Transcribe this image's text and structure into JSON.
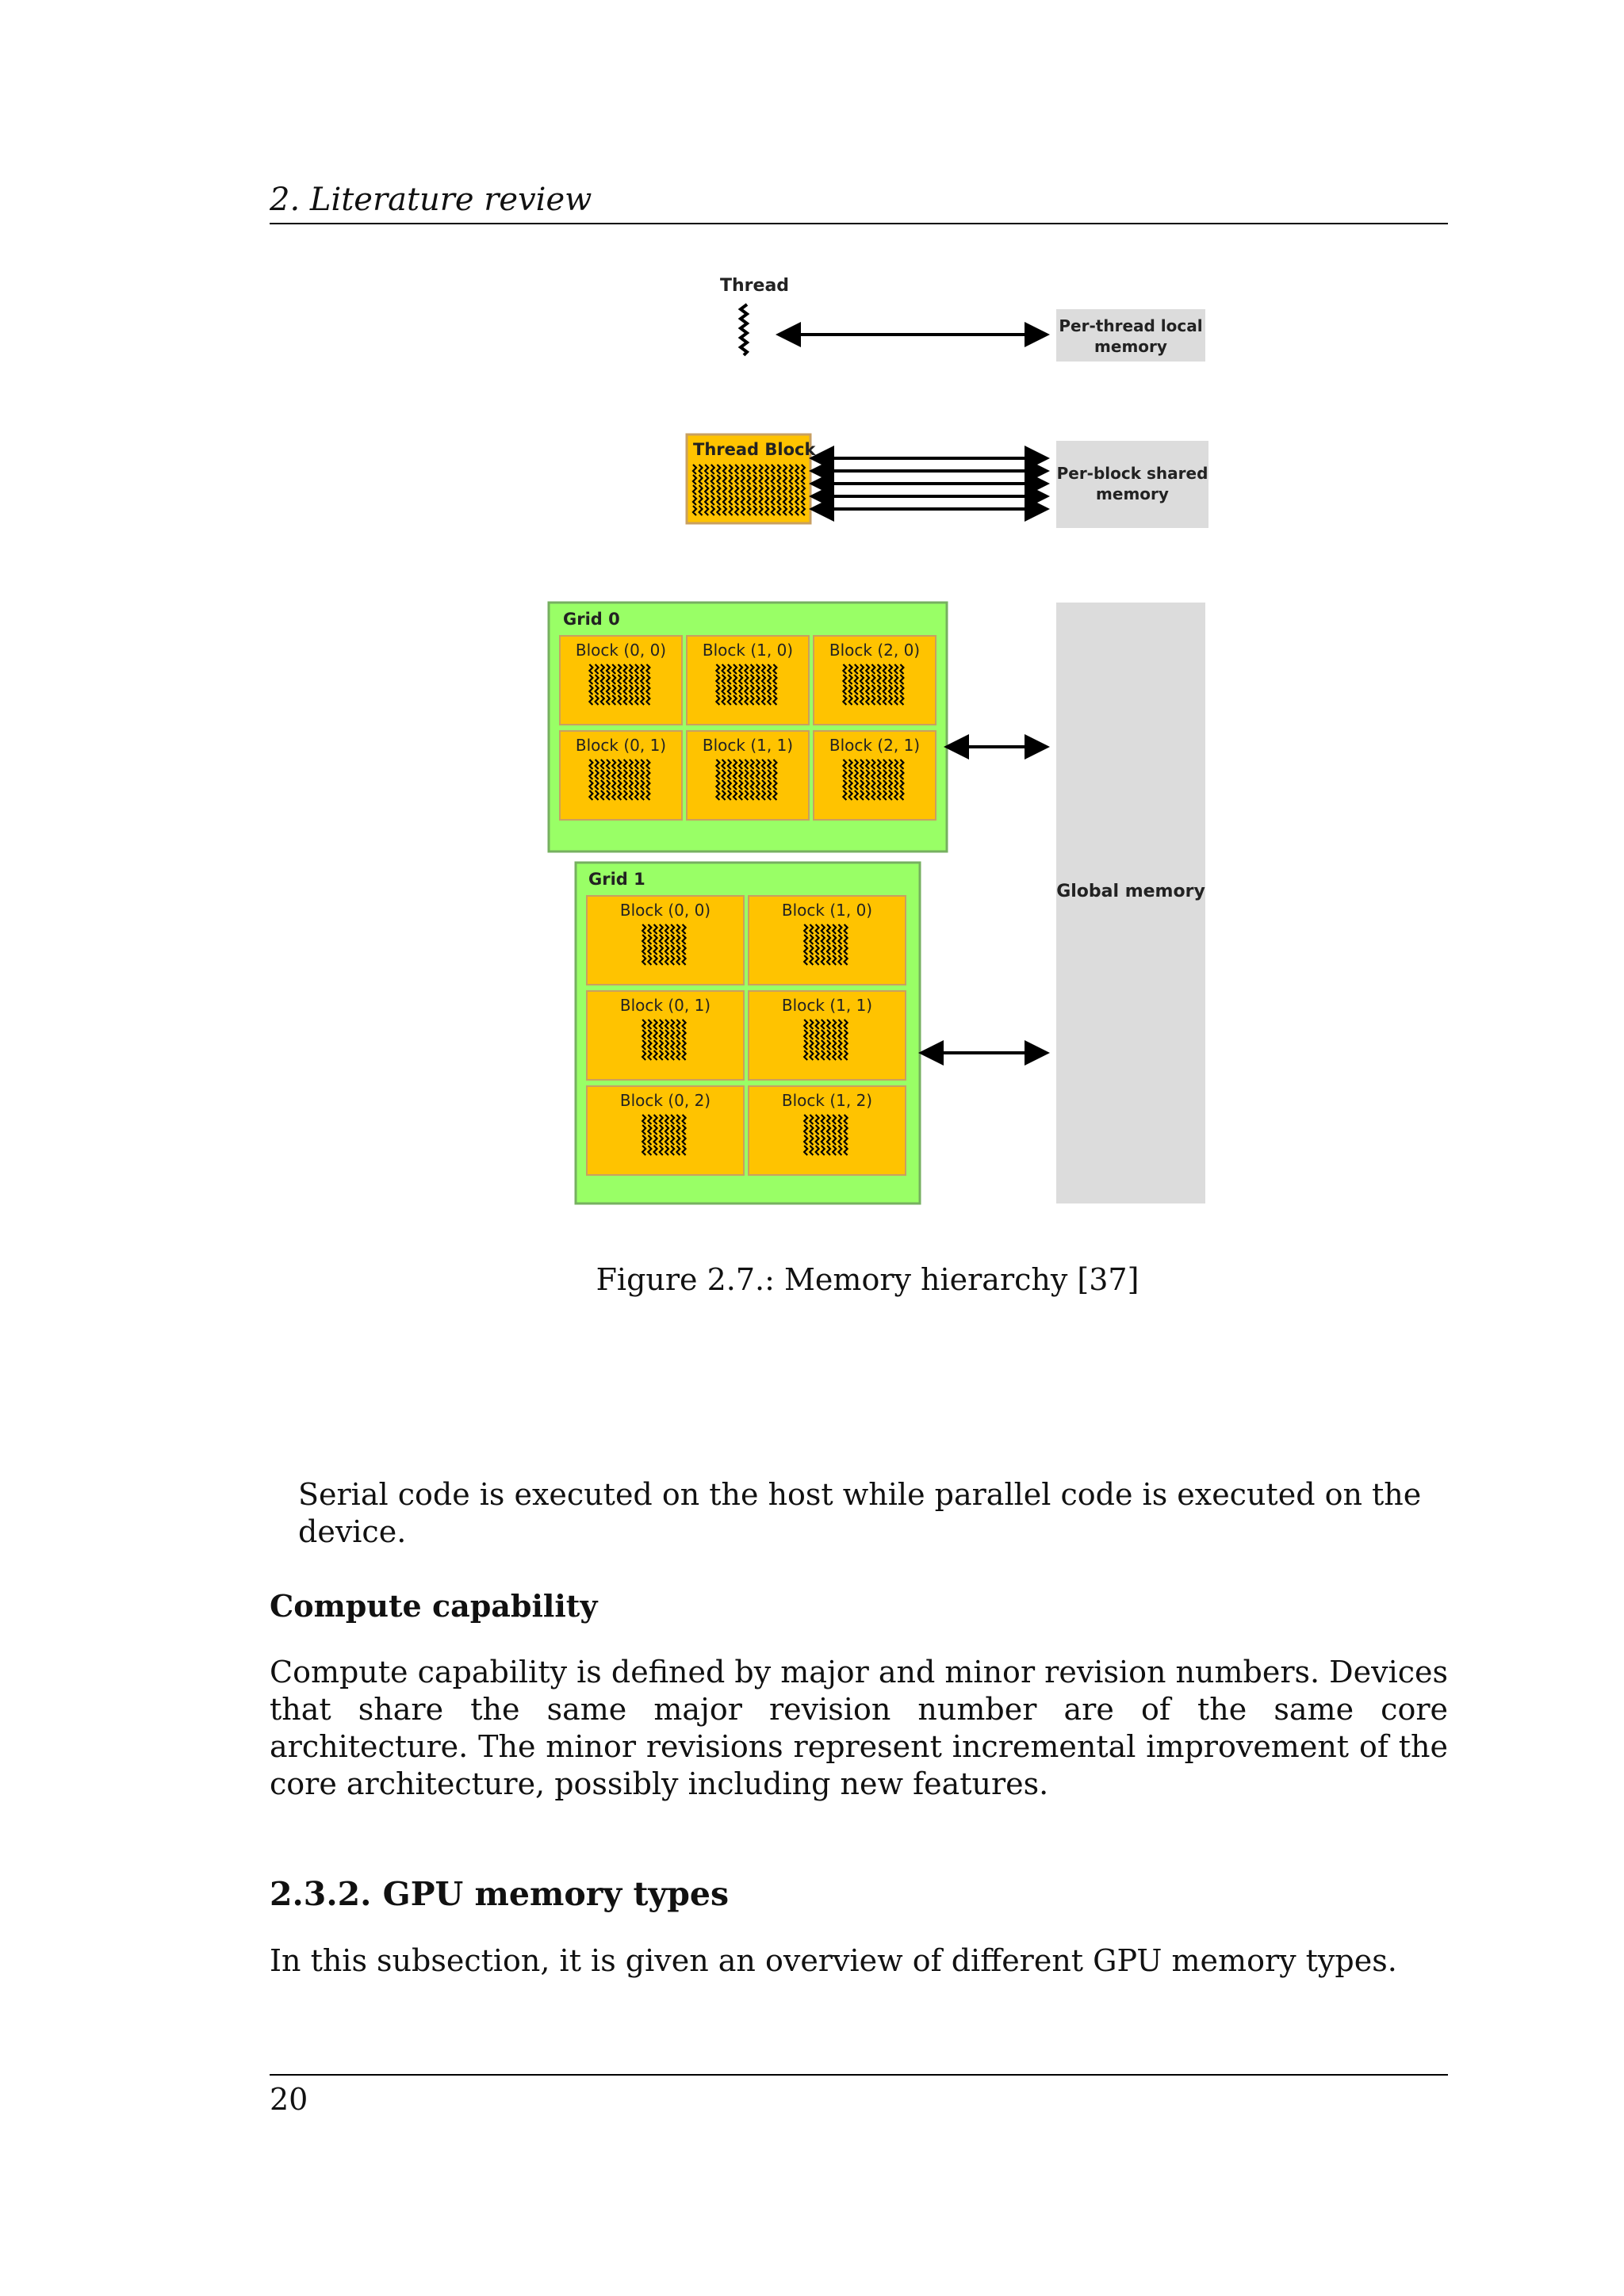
{
  "header": {
    "running_title": "2. Literature review"
  },
  "figure": {
    "labels": {
      "thread": "Thread",
      "thread_block": "Thread Block",
      "local_memory": [
        "Per-thread local",
        "memory"
      ],
      "shared_memory": [
        "Per-block shared",
        "memory"
      ],
      "global_memory": "Global memory",
      "grid0": "Grid 0",
      "grid1": "Grid 1"
    },
    "grid0_blocks": [
      "Block (0, 0)",
      "Block (1, 0)",
      "Block (2, 0)",
      "Block (0, 1)",
      "Block (1, 1)",
      "Block (2, 1)"
    ],
    "grid1_blocks": [
      "Block (0, 0)",
      "Block (1, 0)",
      "Block (0, 1)",
      "Block (1, 1)",
      "Block (0, 2)",
      "Block (1, 2)"
    ],
    "colors": {
      "block_fill": "#ffc300",
      "grid_fill": "#99ff66",
      "memory_fill": "#dcdcdc"
    },
    "caption": "Figure 2.7.: Memory hierarchy [37]"
  },
  "body": {
    "serial_para": "Serial code is executed on the host while parallel code is executed on the device.",
    "compute_heading": "Compute capability",
    "compute_para": "Compute capability is defined by major and minor revision numbers. Devices that share the same major revision number are of the same core architecture. The minor revisions represent incremental improvement of the core architecture, possibly including new features.",
    "section_heading": "2.3.2.  GPU memory types",
    "gpu_para": "In this subsection, it is given an overview of different GPU memory types."
  },
  "footer": {
    "page_number": "20"
  }
}
